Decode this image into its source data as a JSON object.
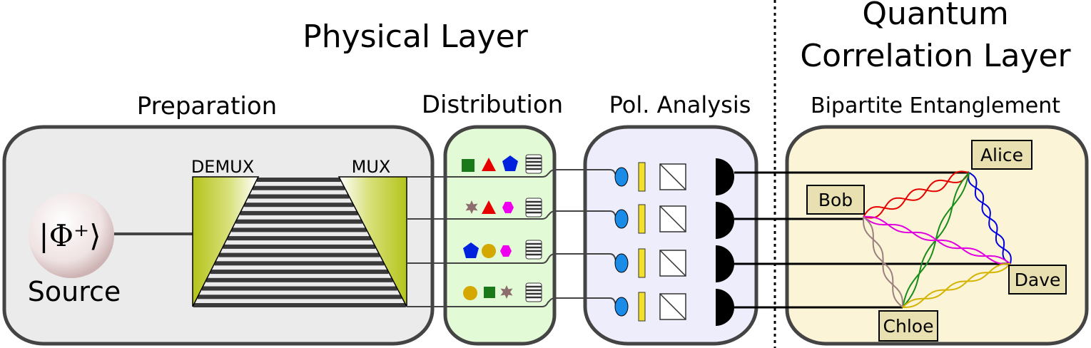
{
  "headings": {
    "physical_layer": "Physical Layer",
    "quantum_line1": "Quantum",
    "quantum_line2": "Correlation Layer"
  },
  "stages": {
    "preparation": "Preparation",
    "distribution": "Distribution",
    "pol_analysis": "Pol. Analysis",
    "bipartite": "Bipartite Entanglement"
  },
  "source": {
    "state_label": "|Φ⁺⟩",
    "label": "Source"
  },
  "wdm": {
    "demux_label": "DEMUX",
    "mux_label": "MUX"
  },
  "users": {
    "alice": "Alice",
    "bob": "Bob",
    "chloe": "Chloe",
    "dave": "Dave"
  },
  "colors": {
    "preparation_bg": "#ebebeb",
    "distribution_bg": "#e3fad6",
    "analysis_bg": "#ededfb",
    "correlation_bg": "#fcf4d6",
    "wdm_green": "#b4c41a",
    "waveplate_yellow": "#f2e02a",
    "label_box": "#e8e0b0",
    "link_alice_bob": "#e60000",
    "link_alice_dave": "#0000e0",
    "link_alice_chloe": "#1a8c1a",
    "link_bob_dave": "#e000e0",
    "link_bob_chloe": "#9c8080",
    "link_chloe_dave": "#d4b400"
  }
}
